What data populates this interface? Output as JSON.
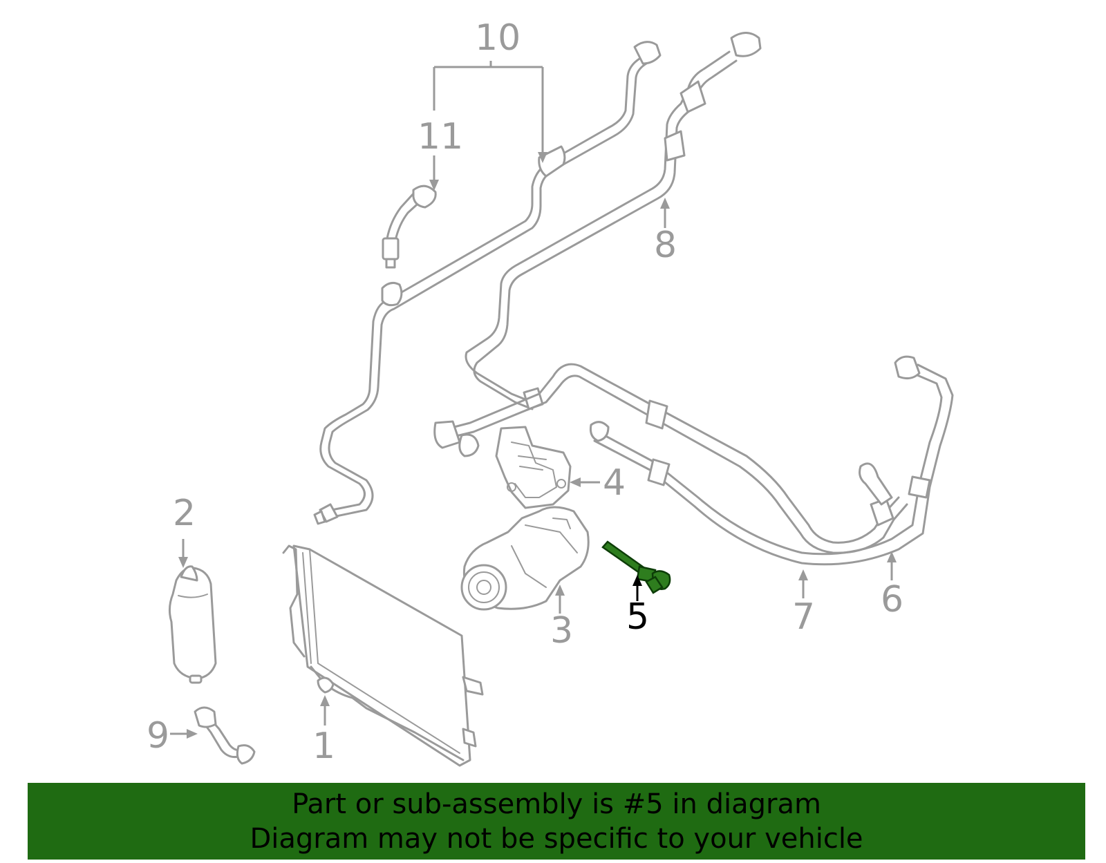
{
  "callouts": [
    {
      "id": "1",
      "label": "1",
      "highlighted": false
    },
    {
      "id": "2",
      "label": "2",
      "highlighted": false
    },
    {
      "id": "3",
      "label": "3",
      "highlighted": false
    },
    {
      "id": "4",
      "label": "4",
      "highlighted": false
    },
    {
      "id": "5",
      "label": "5",
      "highlighted": true
    },
    {
      "id": "6",
      "label": "6",
      "highlighted": false
    },
    {
      "id": "7",
      "label": "7",
      "highlighted": false
    },
    {
      "id": "8",
      "label": "8",
      "highlighted": false
    },
    {
      "id": "9",
      "label": "9",
      "highlighted": false
    },
    {
      "id": "10",
      "label": "10",
      "highlighted": false
    },
    {
      "id": "11",
      "label": "11",
      "highlighted": false
    }
  ],
  "banner": {
    "line1": "Part or sub-assembly is #5 in diagram",
    "line2": "Diagram may not be specific to your vehicle"
  },
  "colors": {
    "line_art": "#9a9a9a",
    "highlight": "#2e7d1e",
    "banner_bg": "#1f6b12",
    "highlight_label": "#000000"
  }
}
